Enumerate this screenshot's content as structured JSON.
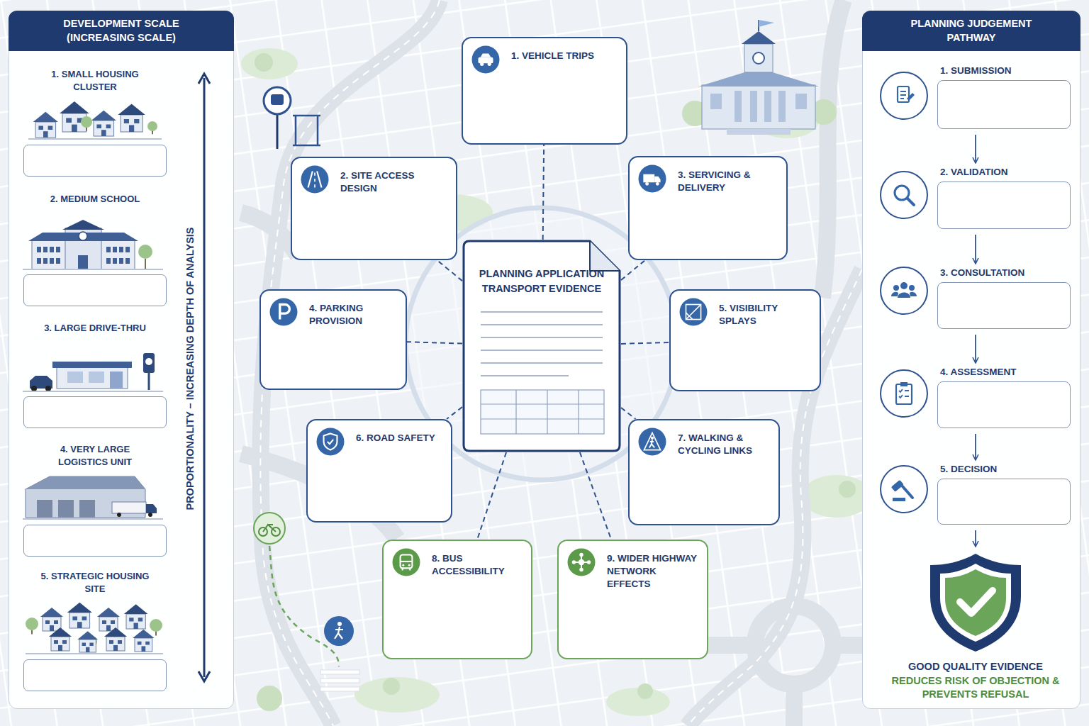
{
  "diagram": {
    "nodes": [
      {
        "text": [
          "DEVELOPMENT SCALE (INCREASING SCALE)"
        ]
      },
      {
        "text": [
          "1. SMALL HOUSING CLUSTER"
        ],
        "in": 0
      },
      {
        "text": [
          "2. MEDIUM SCHOOL"
        ],
        "in": 0
      },
      {
        "text": [
          "3. LARGE DRIVE-THRU"
        ],
        "in": 0
      },
      {
        "text": [
          "4. VERY LARGE LOGISTICS UNIT"
        ],
        "in": 0
      },
      {
        "text": [
          "5. STRATEGIC HOUSING SITE"
        ],
        "in": 0
      },
      {
        "text": [
          "PLANNING APPLICATION TRANSPORT EVIDENCE"
        ]
      },
      {
        "text": [
          "1. VEHICLE TRIPS"
        ]
      },
      {
        "text": [
          "2. SITE ACCESS DESIGN"
        ]
      },
      {
        "text": [
          "3. SERVICING & DELIVERY"
        ]
      },
      {
        "text": [
          "4. PARKING PROVISION"
        ]
      },
      {
        "text": [
          "5. VISIBILITY SPLAYS"
        ]
      },
      {
        "text": [
          "6. ROAD SAFETY"
        ]
      },
      {
        "text": [
          "7. WALKING & CYCLING LINKS"
        ]
      },
      {
        "text": [
          "8. BUS ACCESSIBILITY"
        ]
      },
      {
        "text": [
          "9. WIDER HIGHWAY NETWORK EFFECTS"
        ]
      },
      {
        "text": [
          "PLANNING JUDGEMENT PATHWAY"
        ]
      },
      {
        "text": [
          "1. SUBMISSION"
        ],
        "in": 16
      },
      {
        "text": [
          "2. VALIDATION"
        ],
        "in": 16
      },
      {
        "text": [
          "3. CONSULTATION"
        ],
        "in": 16
      },
      {
        "text": [
          "4. ASSESSMENT"
        ],
        "in": 16
      },
      {
        "text": [
          "5. DECISION"
        ],
        "in": 16
      },
      {
        "text": [
          "GOOD QUALITY EVIDENCE",
          "REDUCES RISK OF OBJECTION & PREVENTS REFUSAL"
        ],
        "in": 16
      }
    ],
    "edges": [
      {
        "from": 6,
        "to": 7,
        "arrow": "none"
      },
      {
        "from": 6,
        "to": 8,
        "arrow": "none"
      },
      {
        "from": 6,
        "to": 9,
        "arrow": "none"
      },
      {
        "from": 6,
        "to": 10,
        "arrow": "none"
      },
      {
        "from": 6,
        "to": 11,
        "arrow": "none"
      },
      {
        "from": 6,
        "to": 12,
        "arrow": "none"
      },
      {
        "from": 6,
        "to": 13,
        "arrow": "none"
      },
      {
        "from": 6,
        "to": 14,
        "arrow": "none"
      },
      {
        "from": 6,
        "to": 15,
        "arrow": "none"
      },
      {
        "from": 17,
        "to": 18,
        "arrow": "to"
      },
      {
        "from": 18,
        "to": 19,
        "arrow": "to"
      },
      {
        "from": 19,
        "to": 20,
        "arrow": "to"
      },
      {
        "from": 20,
        "to": 21,
        "arrow": "to"
      },
      {
        "from": 21,
        "to": 22,
        "arrow": "to"
      }
    ],
    "labels": [
      "PROPORTIONALITY – INCREASING DEPTH OF ANALYSIS"
    ]
  }
}
